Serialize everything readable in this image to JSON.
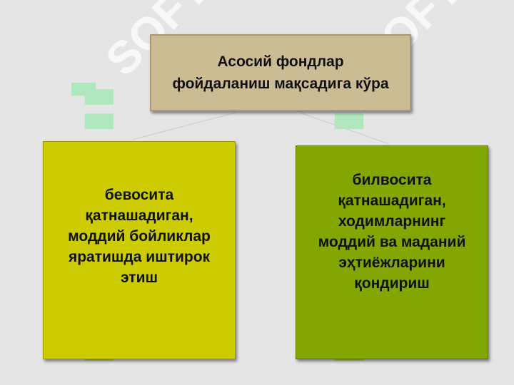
{
  "diagram": {
    "root": {
      "text": "Асосий фондлар\nфойдаланиш мақсадига кўра"
    },
    "branches": [
      {
        "text": "бевосита\nқатнашадиган,\nмоддий бойликлар\nяратишда иштирок\nэтиш",
        "color": "#cccc00"
      },
      {
        "text": "билвосита\nқатнашадиган,\nходимларнинг\nмоддий ва маданий\nэҳтиёжларини\nқондириш",
        "color": "#83a600"
      }
    ]
  },
  "colors": {
    "background": "#e5e5e5",
    "root_fill": "#ccbc94",
    "watermark_logo": "#a8e8b8"
  },
  "watermark": {
    "text": "SOFT",
    "icon": "leaf-logo-icon"
  }
}
